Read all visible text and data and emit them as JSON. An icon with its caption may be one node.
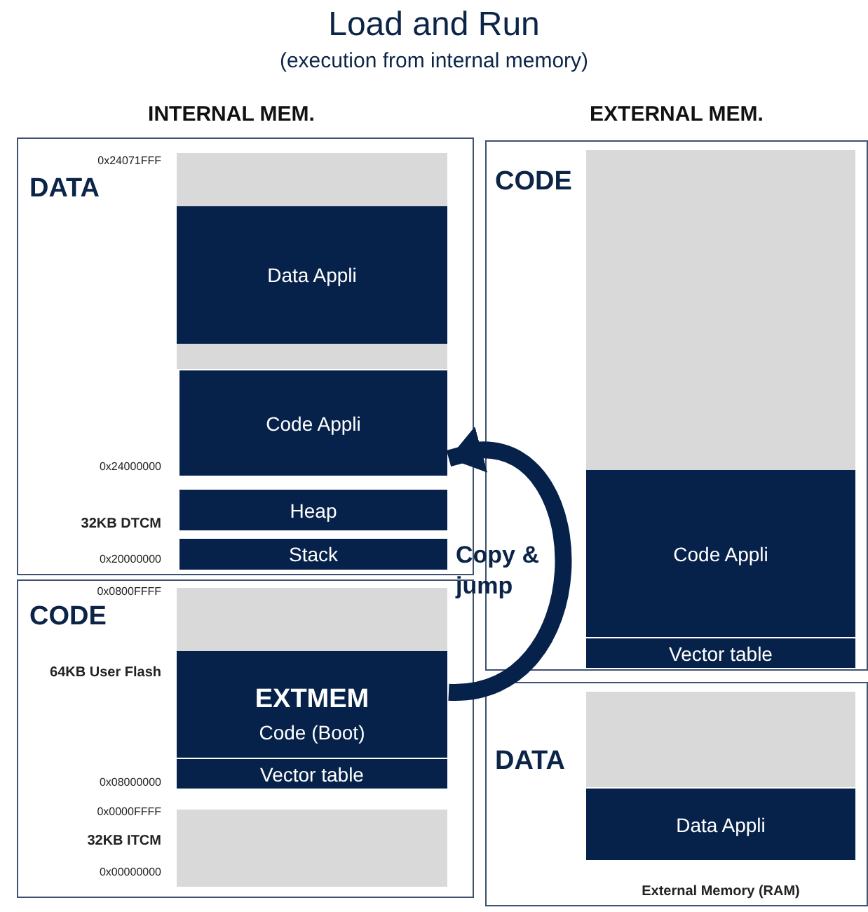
{
  "diagram": {
    "title": "Load and Run",
    "nodes": [
      {
        "text": [
          "DATA"
        ]
      },
      {
        "text": [],
        "shape": "box",
        "in": 0
      },
      {
        "text": [
          "Data Appli"
        ],
        "in": 0
      },
      {
        "text": [],
        "shape": "box",
        "in": 0
      },
      {
        "text": [
          "Code Appli"
        ],
        "in": 0
      },
      {
        "text": [
          "Heap"
        ],
        "in": 0
      },
      {
        "text": [
          "Stack"
        ],
        "in": 0
      },
      {
        "text": [
          "CODE"
        ]
      },
      {
        "text": [],
        "shape": "box",
        "in": 7
      },
      {
        "text": [
          "EXTMEM",
          "Code (Boot)"
        ],
        "in": 7
      },
      {
        "text": [
          "Vector table"
        ],
        "in": 7
      },
      {
        "text": [],
        "shape": "box",
        "in": 7
      },
      {
        "text": [
          "CODE"
        ]
      },
      {
        "text": [],
        "shape": "box",
        "in": 12
      },
      {
        "text": [
          "Code Appli"
        ],
        "in": 12
      },
      {
        "text": [
          "Vector table"
        ],
        "in": 12
      },
      {
        "text": [
          "DATA",
          "External Memory (RAM)"
        ]
      },
      {
        "text": [],
        "shape": "box",
        "in": 16
      },
      {
        "text": [
          "Data Appli"
        ],
        "in": 16
      }
    ],
    "edges": [
      {
        "from": 9,
        "to": 4,
        "arrow": "to",
        "label": "Copy & jump"
      }
    ],
    "labels": [
      "(execution from internal memory)",
      "INTERNAL MEM.",
      "EXTERNAL MEM.",
      "0x24071FFF",
      "0x24000000",
      "32KB DTCM",
      "0x20000000",
      "0x0800FFFF",
      "64KB User Flash",
      "0x08000000",
      "0x0000FFFF",
      "32KB ITCM",
      "0x00000000"
    ]
  }
}
